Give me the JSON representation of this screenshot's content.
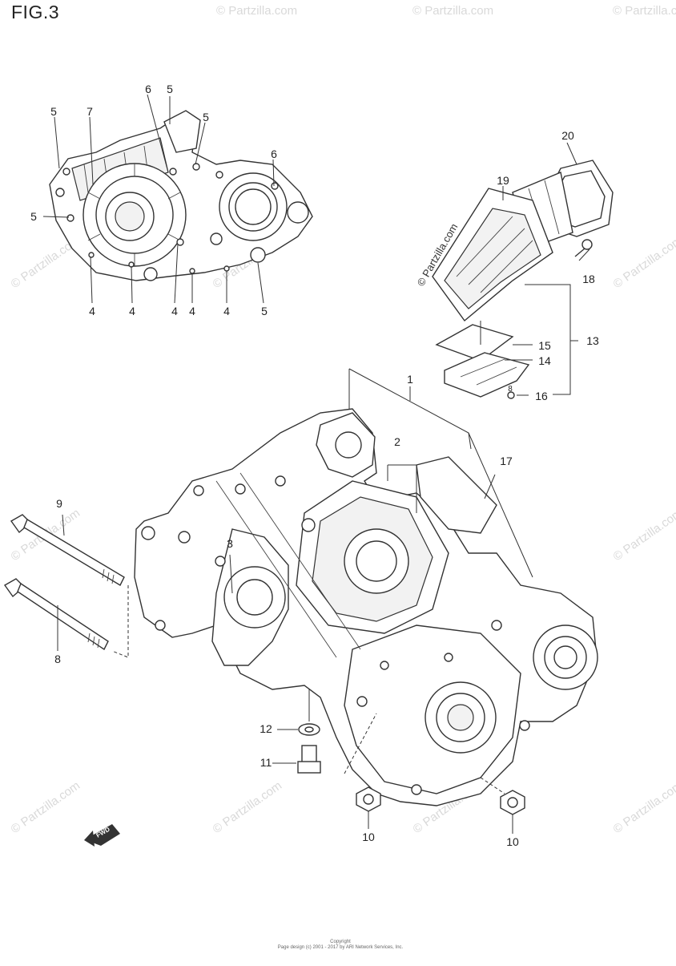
{
  "figure": {
    "title": "FIG.3"
  },
  "labels": {
    "p1": "1",
    "p2": "2",
    "p3": "3",
    "p4a": "4",
    "p4b": "4",
    "p4c": "4",
    "p4d": "4",
    "p4e": "4",
    "p5a": "5",
    "p5b": "5",
    "p5c": "5",
    "p5d": "5",
    "p5e": "5",
    "p6a": "6",
    "p6b": "6",
    "p7": "7",
    "p8": "8",
    "p9": "9",
    "p10a": "10",
    "p10b": "10",
    "p11": "11",
    "p12": "12",
    "p13": "13",
    "p14": "14",
    "p15": "15",
    "p16": "16",
    "p17": "17",
    "p18": "18",
    "p19": "19",
    "p20": "20",
    "p8small": "8"
  },
  "watermark": {
    "text": "© Partzilla.com",
    "prominent": "© Partzilla.com"
  },
  "fwd_badge": "FWD",
  "footer": {
    "line1": "Copyright",
    "line2": "Page design (c) 2001 - 2017 by ARI Network Services, Inc."
  }
}
